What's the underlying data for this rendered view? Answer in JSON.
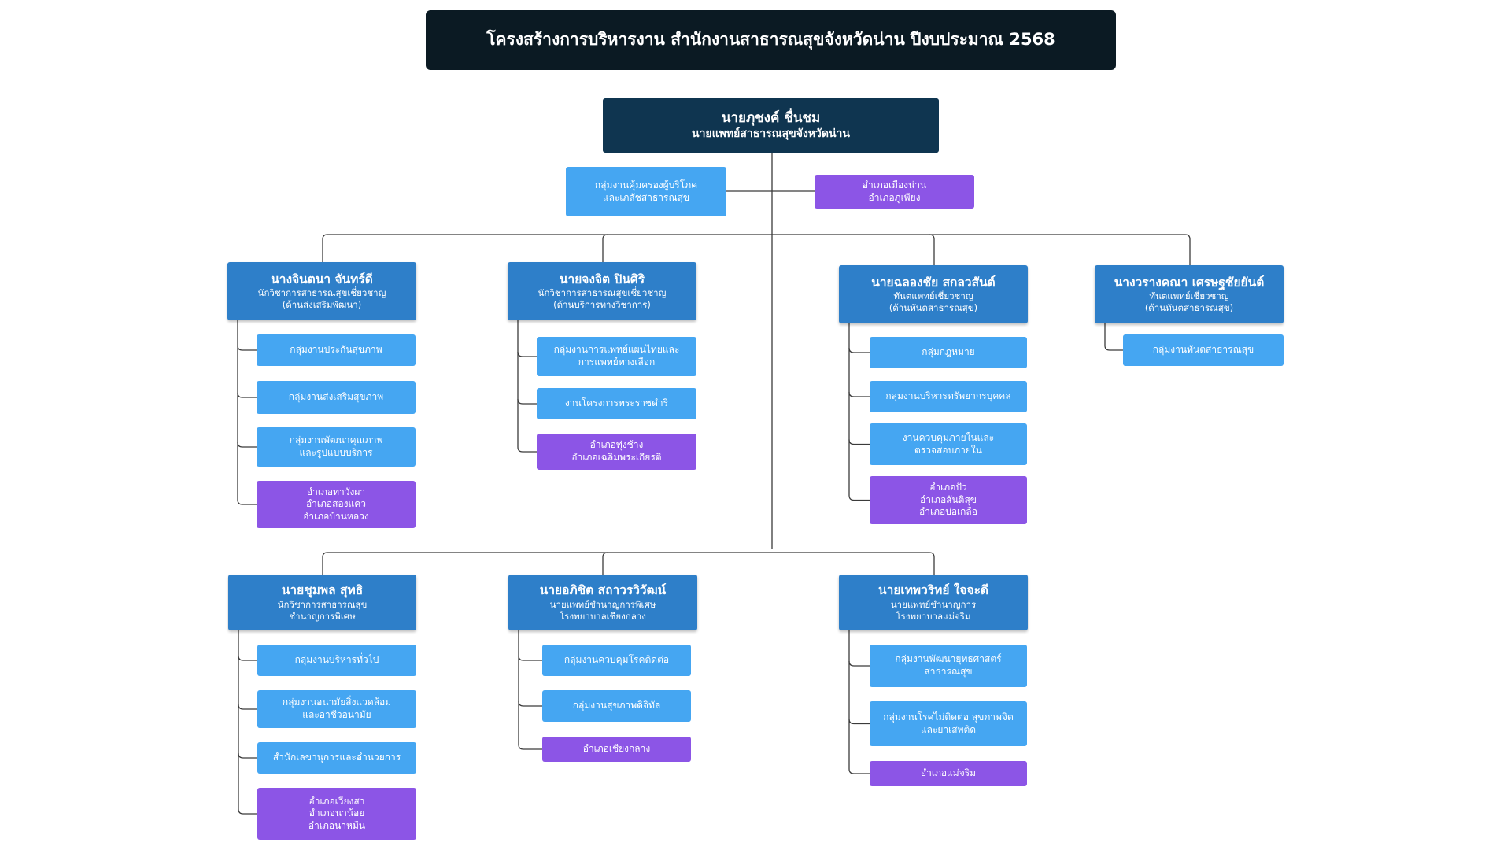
{
  "title": "โครงสร้างการบริหารงาน สำนักงานสาธารณสุขจังหวัดน่าน ปีงบประมาณ 2568",
  "colors": {
    "title_bg": "#0b1a23",
    "top_bg": "#0f3550",
    "head_bg": "#2e7fc9",
    "unit_bg": "#45a6f2",
    "district_bg": "#8c55e6",
    "connector": "#3b3b3b"
  },
  "top": {
    "name": "นายภุชงค์ ชื่นชม",
    "position": "นายแพทย์สาธารณสุขจังหวัดน่าน",
    "unit_lines": [
      "กลุ่มงานคุ้มครองผู้บริโภค",
      "และเภสัชสาธารณสุข"
    ],
    "district_lines": [
      "อำเภอเมืองน่าน",
      "อำเภอภูเพียง"
    ]
  },
  "heads": [
    {
      "name": "นางจินตนา จันทร์ดี",
      "position_lines": [
        "นักวิชาการสาธารณสุขเชี่ยวชาญ",
        "(ด้านส่งเสริมพัฒนา)"
      ],
      "units": [
        {
          "type": "unit",
          "lines": [
            "กลุ่มงานประกันสุขภาพ"
          ]
        },
        {
          "type": "unit",
          "lines": [
            "กลุ่มงานส่งเสริมสุขภาพ"
          ]
        },
        {
          "type": "unit",
          "lines": [
            "กลุ่มงานพัฒนาคุณภาพ",
            "และรูปแบบบริการ"
          ]
        },
        {
          "type": "district",
          "lines": [
            "อำเภอท่าวังผา",
            "อำเภอสองแคว",
            "อำเภอบ้านหลวง"
          ]
        }
      ]
    },
    {
      "name": "นายจงจิต ปินศิริ",
      "position_lines": [
        "นักวิชาการสาธารณสุขเชี่ยวชาญ",
        "(ด้านบริการทางวิชาการ)"
      ],
      "units": [
        {
          "type": "unit",
          "lines": [
            "กลุ่มงานการแพทย์แผนไทยและ",
            "การแพทย์ทางเลือก"
          ]
        },
        {
          "type": "unit",
          "lines": [
            "งานโครงการพระราชดำริ"
          ]
        },
        {
          "type": "district",
          "lines": [
            "อำเภอทุ่งช้าง",
            "อำเภอเฉลิมพระเกียรติ"
          ]
        }
      ]
    },
    {
      "name": "นายฉลองชัย สกลวสันต์",
      "position_lines": [
        "ทันตแพทย์เชี่ยวชาญ",
        "(ด้านทันตสาธารณสุข)"
      ],
      "units": [
        {
          "type": "unit",
          "lines": [
            "กลุ่มกฎหมาย"
          ]
        },
        {
          "type": "unit",
          "lines": [
            "กลุ่มงานบริหารทรัพยากรบุคคล"
          ]
        },
        {
          "type": "unit",
          "lines": [
            "งานควบคุมภายในและ",
            "ตรวจสอบภายใน"
          ]
        },
        {
          "type": "district",
          "lines": [
            "อำเภอปัว",
            "อำเภอสันติสุข",
            "อำเภอบ่อเกลือ"
          ]
        }
      ]
    },
    {
      "name": "นางวรางคณา เศรษฐชัยยันต์",
      "position_lines": [
        "ทันตแพทย์เชี่ยวชาญ",
        "(ด้านทันตสาธารณสุข)"
      ],
      "units": [
        {
          "type": "unit",
          "lines": [
            "กลุ่มงานทันตสาธารณสุข"
          ]
        }
      ]
    },
    {
      "name": "นายชุมพล สุทธิ",
      "position_lines": [
        "นักวิชาการสาธารณสุข",
        "ชำนาญการพิเศษ"
      ],
      "units": [
        {
          "type": "unit",
          "lines": [
            "กลุ่มงานบริหารทั่วไป"
          ]
        },
        {
          "type": "unit",
          "lines": [
            "กลุ่มงานอนามัยสิ่งแวดล้อม",
            "และอาชีวอนามัย"
          ]
        },
        {
          "type": "unit",
          "lines": [
            "สำนักเลขานุการและอำนวยการ"
          ]
        },
        {
          "type": "district",
          "lines": [
            "อำเภอเวียงสา",
            "อำเภอนาน้อย",
            "อำเภอนาหมื่น"
          ]
        }
      ]
    },
    {
      "name": "นายอภิชิต สถาวรวิวัฒน์",
      "position_lines": [
        "นายแพทย์ชำนาญการพิเศษ",
        "โรงพยาบาลเชียงกลาง"
      ],
      "units": [
        {
          "type": "unit",
          "lines": [
            "กลุ่มงานควบคุมโรคติดต่อ"
          ]
        },
        {
          "type": "unit",
          "lines": [
            "กลุ่มงานสุขภาพดิจิทัล"
          ]
        },
        {
          "type": "district",
          "lines": [
            "อำเภอเชียงกลาง"
          ]
        }
      ]
    },
    {
      "name": "นายเทพวริทย์ ใจจะดี",
      "position_lines": [
        "นายแพทย์ชำนาญการ",
        "โรงพยาบาลแม่จริม"
      ],
      "units": [
        {
          "type": "unit",
          "lines": [
            "กลุ่มงานพัฒนายุทธศาสตร์",
            "สาธารณสุข"
          ]
        },
        {
          "type": "unit",
          "lines": [
            "กลุ่มงานโรคไม่ติดต่อ สุขภาพจิต",
            "และยาเสพติด"
          ]
        },
        {
          "type": "district",
          "lines": [
            "อำเภอแม่จริม"
          ]
        }
      ]
    }
  ]
}
